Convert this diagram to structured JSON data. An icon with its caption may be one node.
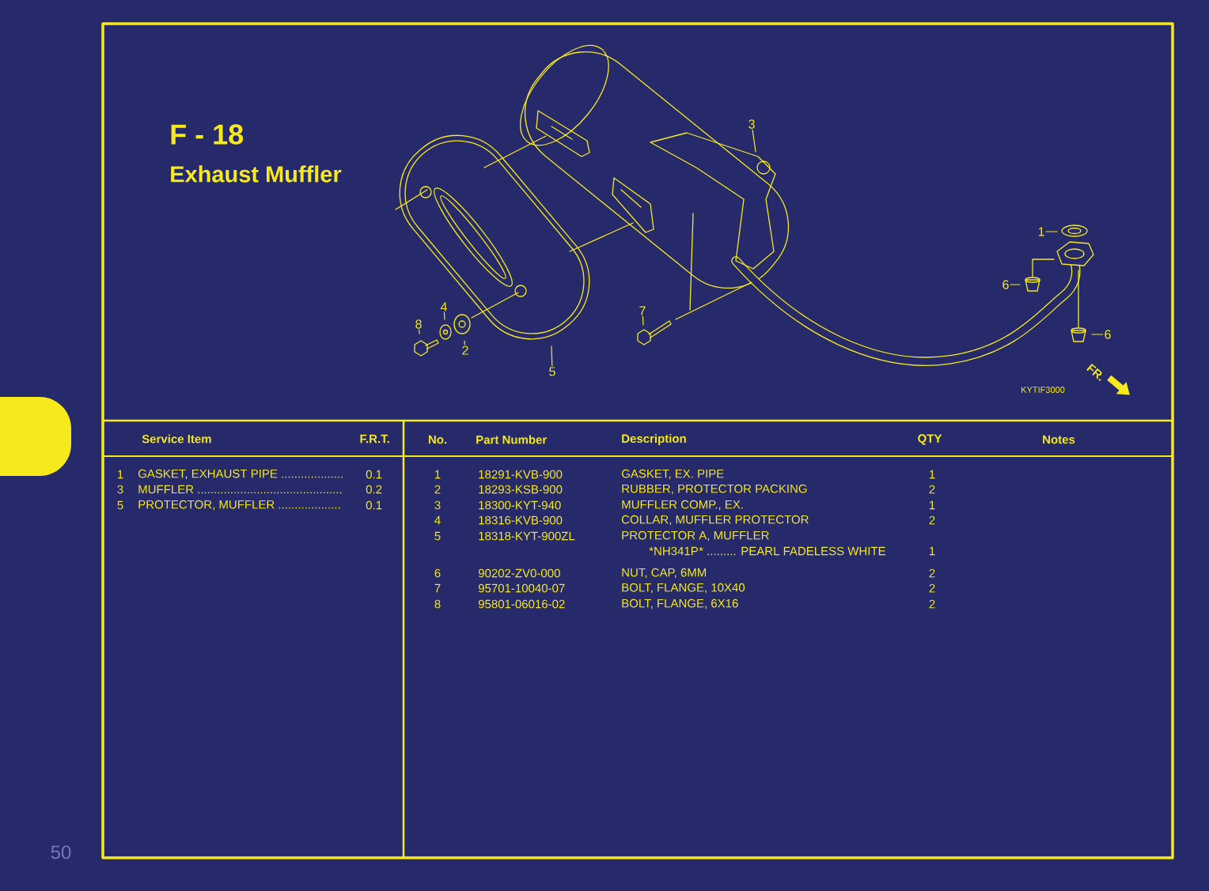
{
  "diagram": {
    "title": "Exhaust Muffler",
    "nodes": [
      {
        "text": [
          "3"
        ]
      },
      {
        "text": [
          "1"
        ]
      },
      {
        "text": [
          "6"
        ]
      },
      {
        "text": [
          "4"
        ]
      },
      {
        "text": [
          "7"
        ]
      },
      {
        "text": [
          "8"
        ]
      },
      {
        "text": [
          "6"
        ]
      },
      {
        "text": [
          "2"
        ]
      },
      {
        "text": [
          "5"
        ]
      }
    ],
    "edges": [
      {
        "from": 0,
        "to": null,
        "arrow": "none"
      },
      {
        "from": 1,
        "to": null,
        "arrow": "none"
      },
      {
        "from": 2,
        "to": null,
        "arrow": "none"
      },
      {
        "from": 3,
        "to": null,
        "arrow": "none"
      },
      {
        "from": 4,
        "to": null,
        "arrow": "none"
      },
      {
        "from": 5,
        "to": null,
        "arrow": "none"
      },
      {
        "from": 6,
        "to": null,
        "arrow": "none"
      },
      {
        "from": 7,
        "to": null,
        "arrow": "none"
      },
      {
        "from": 8,
        "to": null,
        "arrow": "none"
      }
    ],
    "labels": [
      "F - 18",
      "KYTIF3000",
      "FR.",
      "Service Item",
      "F.R.T.",
      "1",
      "GASKET, EXHAUST PIPE ...................",
      "0.1",
      "3",
      "MUFFLER ............................................",
      "0.2",
      "5",
      "PROTECTOR, MUFFLER ...................",
      "0.1",
      "No.",
      "Part Number",
      "Description",
      "QTY",
      "Notes",
      "1",
      "18291-KVB-900",
      "GASKET, EX. PIPE",
      "1",
      "2",
      "18293-KSB-900",
      "RUBBER, PROTECTOR PACKING",
      "2",
      "3",
      "18300-KYT-940",
      "MUFFLER COMP., EX.",
      "1",
      "4",
      "18316-KVB-900",
      "COLLAR, MUFFLER PROTECTOR",
      "2",
      "5",
      "18318-KYT-900ZL",
      "PROTECTOR A, MUFFLER",
      "*NH341P",
      "* ......... PEARL FADELESS WHITE",
      "1",
      "6",
      "90202-ZV0-000",
      "NUT, CAP, 6MM",
      "2",
      "7",
      "95701-10040-07",
      "BOLT, FLANGE, 10X40",
      "2",
      "8",
      "95801-06016-02",
      "BOLT, FLANGE, 6X16",
      "2",
      "50"
    ]
  }
}
